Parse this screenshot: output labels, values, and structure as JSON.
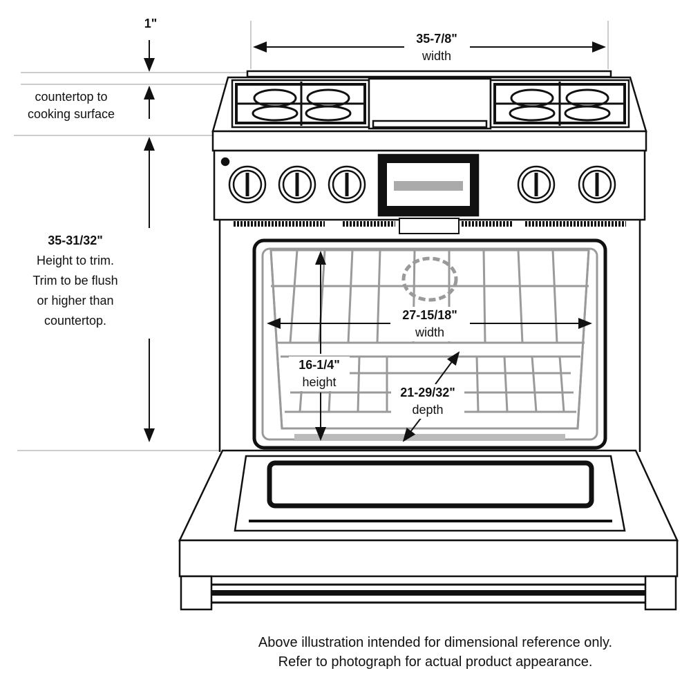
{
  "dimensions": {
    "overall_width": {
      "value": "35-7/8\"",
      "caption": "width"
    },
    "top_offset": {
      "value": "1\""
    },
    "countertop_note": {
      "line1": "countertop to",
      "line2": "cooking surface"
    },
    "trim_height": {
      "value": "35-31/32\"",
      "lines": [
        "Height to trim.",
        "Trim to be flush",
        "or higher than",
        "countertop."
      ]
    },
    "oven_width": {
      "value": "27-15/18\"",
      "caption": "width"
    },
    "oven_height": {
      "value": "16-1/4\"",
      "caption": "height"
    },
    "oven_depth": {
      "value": "21-29/32\"",
      "caption": "depth"
    }
  },
  "disclaimer": {
    "line1": "Above illustration intended for dimensional reference only.",
    "line2": "Refer to photograph for actual product appearance."
  },
  "colors": {
    "line": "#111111",
    "oven_interior": "#9a9a9a",
    "background": "#ffffff"
  }
}
